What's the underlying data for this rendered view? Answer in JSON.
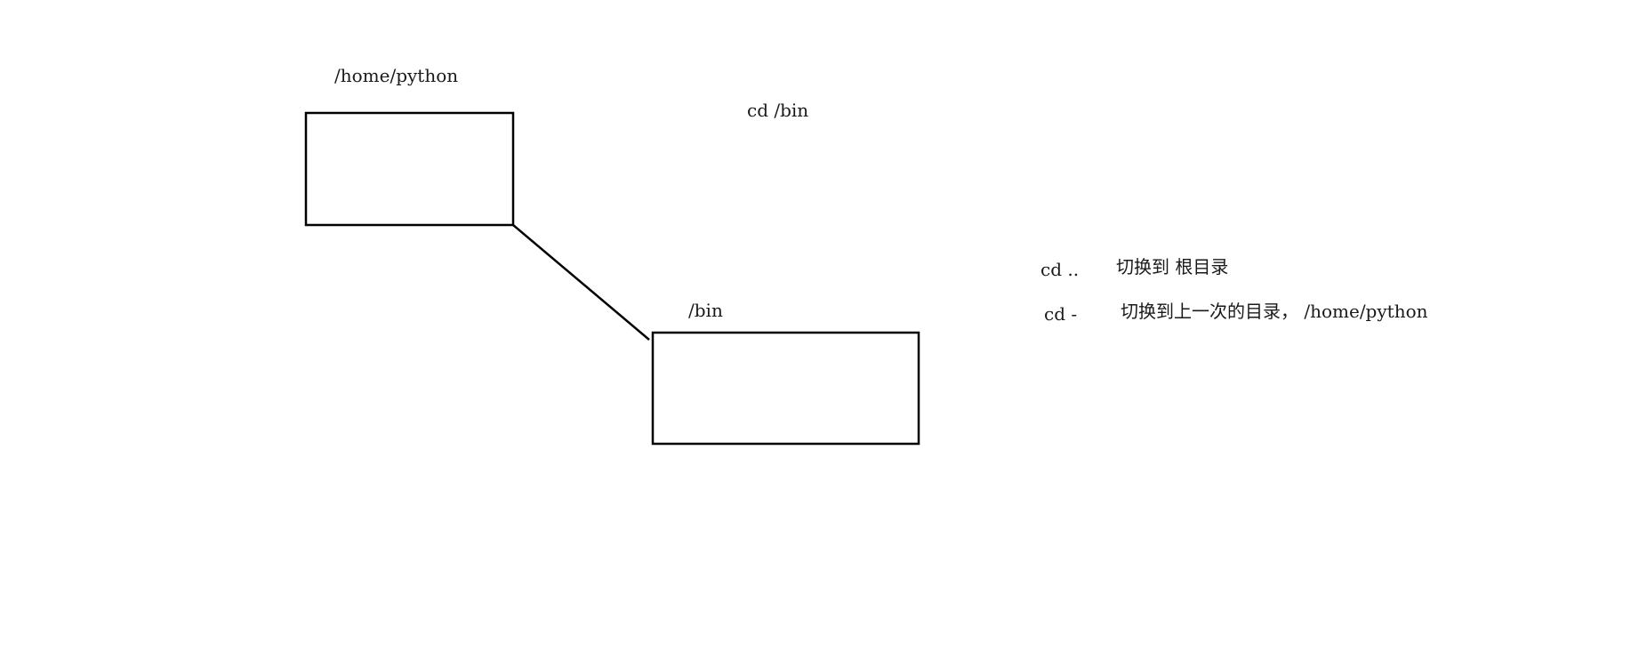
{
  "diagram": {
    "nodes": [
      {
        "id": "home",
        "label": "/home/python"
      },
      {
        "id": "bin",
        "label": "/bin"
      }
    ],
    "edges": [
      {
        "from": "home",
        "to": "bin"
      }
    ],
    "command_label": "cd /bin"
  },
  "notes": [
    {
      "command": "cd ..",
      "description": "切换到 根目录"
    },
    {
      "command": "cd -",
      "description": "切换到上一次的目录， /home/python"
    }
  ]
}
